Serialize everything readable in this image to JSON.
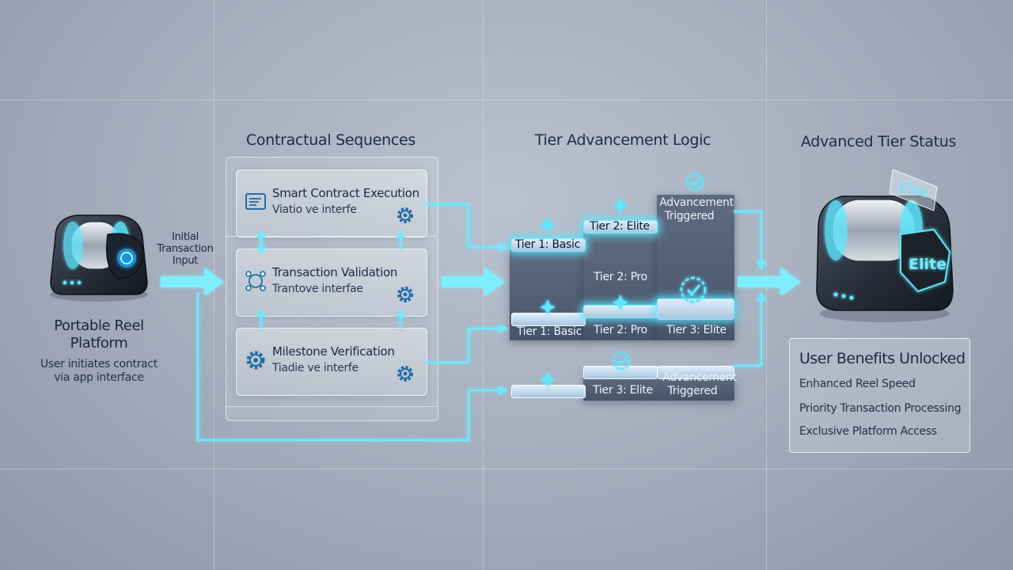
{
  "headers": {
    "contractual": "Contractual Sequences",
    "tier_logic": "Tier Advancement Logic",
    "advanced": "Advanced Tier Status"
  },
  "left": {
    "arrow_label": [
      "Initial",
      "Transaction",
      "Input"
    ],
    "platform_title": [
      "Portable Reel",
      "Platform"
    ],
    "platform_desc": [
      "User initiates contract",
      "via app interface"
    ]
  },
  "cards": [
    {
      "title": "Smart Contract Execution",
      "sub": "Viatio ve interfe"
    },
    {
      "title": "Transaction Validation",
      "sub": "Trantove interfae"
    },
    {
      "title": "Milestone Verification",
      "sub": "Tiadie ve interfe"
    }
  ],
  "tiers": {
    "row1": {
      "a": "Tier 1: Basic",
      "b": "Tier 2: Elite",
      "c": [
        "Advancement",
        "Triggered"
      ]
    },
    "mid": "Tier 2: Pro",
    "row2": {
      "a": "Tier 1: Basic",
      "b": "Tier 2: Pro",
      "c": "Tier 3: Elite"
    },
    "row3": {
      "b": "Tier 3: Elite",
      "c": [
        "Advancement",
        "Triggered"
      ]
    }
  },
  "reel_right": {
    "sign": "Elite",
    "badge": "Elite"
  },
  "benefits": {
    "title": "User Benefits Unlocked",
    "items": [
      "Enhanced Reel Speed",
      "Priority Transaction Processing",
      "Exclusive Platform Access"
    ]
  },
  "colors": {
    "accent": "#5fe7ff",
    "glow": "#8ff3ff",
    "tile_dark": "#4c586e"
  }
}
